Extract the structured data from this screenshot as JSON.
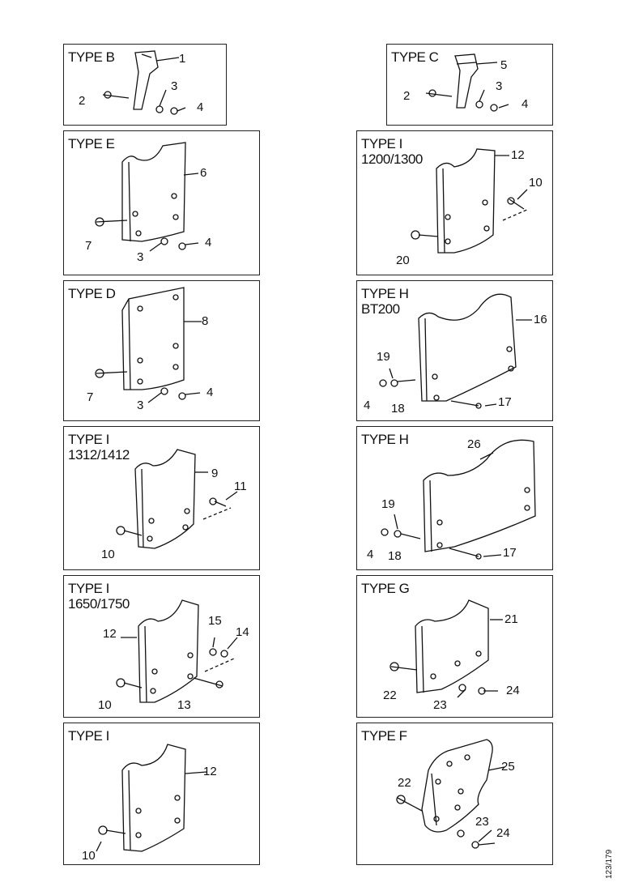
{
  "panels": {
    "typeB": {
      "title": "TYPE B",
      "labels": [
        "1",
        "2",
        "3",
        "4"
      ]
    },
    "typeC": {
      "title": "TYPE C",
      "labels": [
        "5",
        "2",
        "3",
        "4"
      ]
    },
    "typeE": {
      "title": "TYPE E",
      "labels": [
        "6",
        "7",
        "3",
        "4"
      ]
    },
    "typeI1200": {
      "title": "TYPE I",
      "subtitle": "1200/1300",
      "labels": [
        "12",
        "10",
        "20"
      ]
    },
    "typeD": {
      "title": "TYPE D",
      "labels": [
        "8",
        "7",
        "3",
        "4"
      ]
    },
    "typeHBT": {
      "title": "TYPE H",
      "subtitle": "BT200",
      "labels": [
        "16",
        "19",
        "4",
        "18",
        "17"
      ]
    },
    "typeI1312": {
      "title": "TYPE I",
      "subtitle": "1312/1412",
      "labels": [
        "9",
        "11",
        "10"
      ]
    },
    "typeH": {
      "title": "TYPE H",
      "labels": [
        "26",
        "19",
        "4",
        "18",
        "17"
      ]
    },
    "typeI1650": {
      "title": "TYPE I",
      "subtitle": "1650/1750",
      "labels": [
        "12",
        "15",
        "14",
        "10",
        "13"
      ]
    },
    "typeG": {
      "title": "TYPE G",
      "labels": [
        "21",
        "22",
        "23",
        "24"
      ]
    },
    "typeI": {
      "title": "TYPE I",
      "labels": [
        "12",
        "10"
      ]
    },
    "typeF": {
      "title": "TYPE F",
      "labels": [
        "22",
        "25",
        "23",
        "24"
      ]
    }
  },
  "reference": "123/179"
}
